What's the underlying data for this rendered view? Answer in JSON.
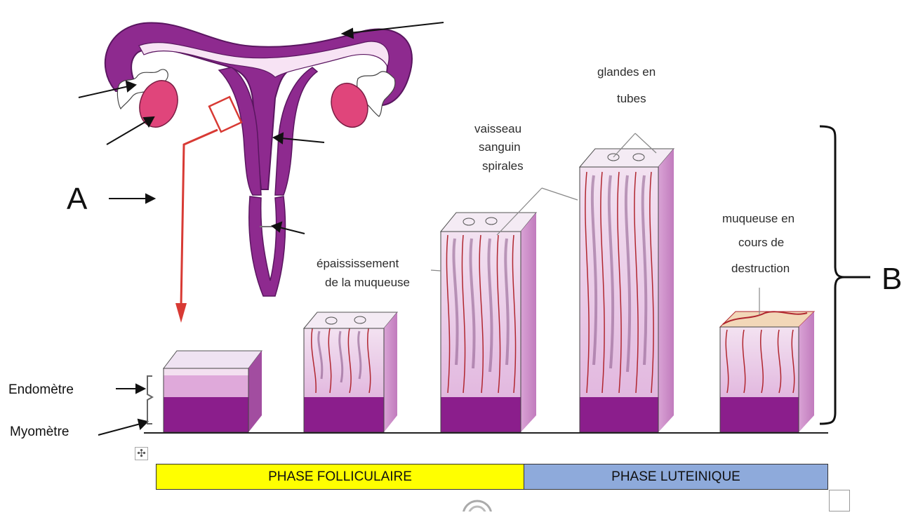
{
  "labels": {
    "A": "A",
    "B": "B",
    "endometre": "Endomètre",
    "myometre": "Myomètre",
    "epaississement": [
      "épaississement",
      "de la muqueuse"
    ],
    "vaisseau": [
      "vaisseau",
      "sanguin",
      "spirales"
    ],
    "glandes": [
      "glandes en",
      "tubes"
    ],
    "muqueuse_destruction": [
      "muqueuse en",
      "cours de",
      "destruction"
    ]
  },
  "phases": [
    {
      "label": "PHASE FOLLICULAIRE",
      "color": "#ffff00"
    },
    {
      "label": "PHASE LUTEINIQUE",
      "color": "#8eaadb"
    }
  ],
  "colors": {
    "uterus": "#8e2a8f",
    "ovary": "#e0457b",
    "myometrium": "#8b1e8c",
    "endometrium": "#e9c6e6",
    "vessel": "#b0262f",
    "arrow_red": "#d83a34"
  },
  "icons": {
    "move_handle": "move-icon"
  }
}
